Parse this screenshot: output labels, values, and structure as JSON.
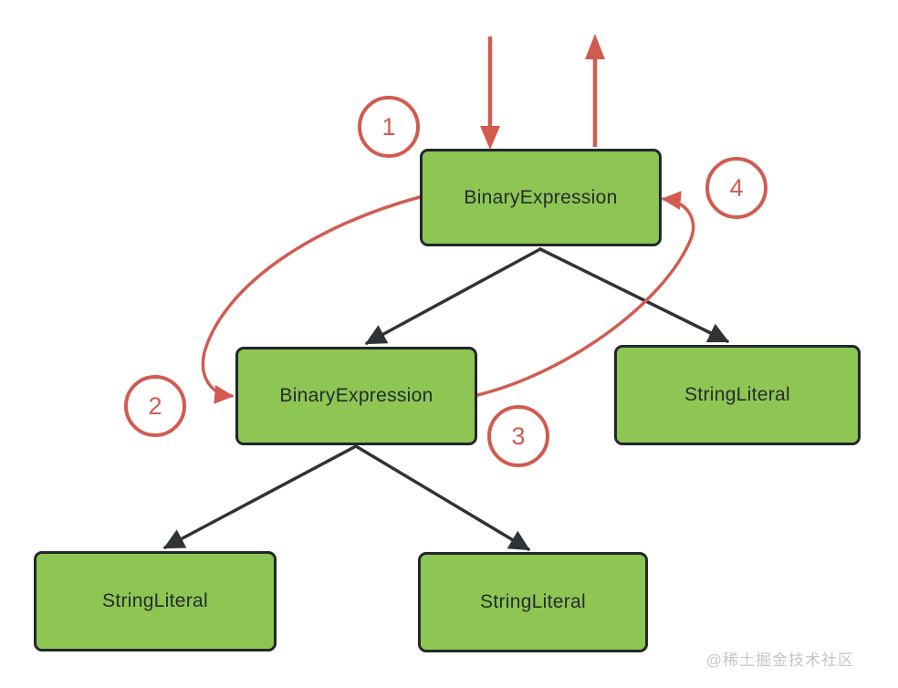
{
  "diagram": {
    "nodes": [
      {
        "id": "root",
        "label": "BinaryExpression"
      },
      {
        "id": "left-child",
        "label": "BinaryExpression"
      },
      {
        "id": "right-child",
        "label": "StringLiteral"
      },
      {
        "id": "left-grandchild",
        "label": "StringLiteral"
      },
      {
        "id": "right-grandchild",
        "label": "StringLiteral"
      }
    ],
    "step_badges": [
      {
        "value": "1"
      },
      {
        "value": "2"
      },
      {
        "value": "3"
      },
      {
        "value": "4"
      }
    ],
    "colors": {
      "node_fill": "#8dc653",
      "node_border": "#23272c",
      "edge_black": "#2e3338",
      "accent_red": "#d25b50",
      "watermark_gray": "#c6c6c6"
    },
    "watermark": "@稀土掘金技术社区"
  }
}
